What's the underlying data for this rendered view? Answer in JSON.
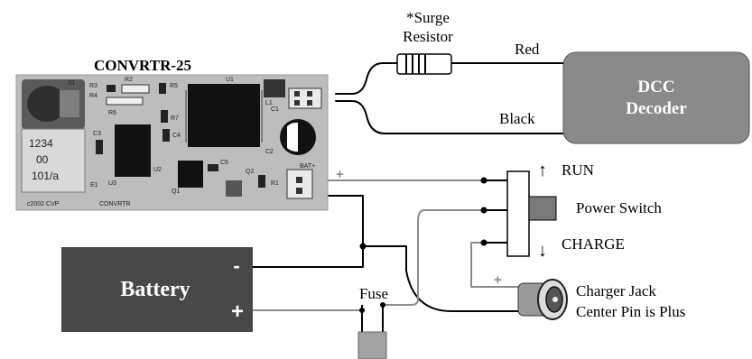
{
  "board": {
    "title": "CONVRTR-25",
    "silk": {
      "r2": "R2",
      "r3": "R3",
      "r4": "R4",
      "r5": "R5",
      "r6": "R6",
      "r7": "R7",
      "r1": "R1",
      "c1": "C1",
      "c2": "C2",
      "c3": "C3",
      "c4": "C4",
      "c5": "C5",
      "e1": "E1",
      "u1": "U1",
      "u2": "U2",
      "u3": "U3",
      "q1": "Q1",
      "q2": "Q2",
      "l1": "L1",
      "s1": "S1",
      "bat": "BAT+",
      "bottom_left": "c2002 CVP",
      "bottom_right": "CONVRTR"
    },
    "chip_lines": [
      "1234",
      "00",
      "101/a"
    ]
  },
  "labels": {
    "surge_line1": "*Surge",
    "surge_line2": "Resistor",
    "red": "Red",
    "black": "Black",
    "decoder_line1": "DCC",
    "decoder_line2": "Decoder",
    "run": "RUN",
    "power_switch": "Power Switch",
    "charge": "CHARGE",
    "battery": "Battery",
    "battery_minus": "-",
    "battery_plus": "+",
    "fuse": "Fuse",
    "plus_board": "+",
    "plus_jack": "+",
    "jack_line1": "Charger Jack",
    "jack_line2": "Center Pin is Plus",
    "arrow_up": "↑",
    "arrow_down": "↓"
  },
  "colors": {
    "board": "#bdbdbd",
    "decoder": "#8a8a8a",
    "battery": "#484848",
    "wire_black": "#000000",
    "wire_gray": "#8c8c8c",
    "switch_body": "#ffffff",
    "switch_lever": "#7a7a7a"
  }
}
